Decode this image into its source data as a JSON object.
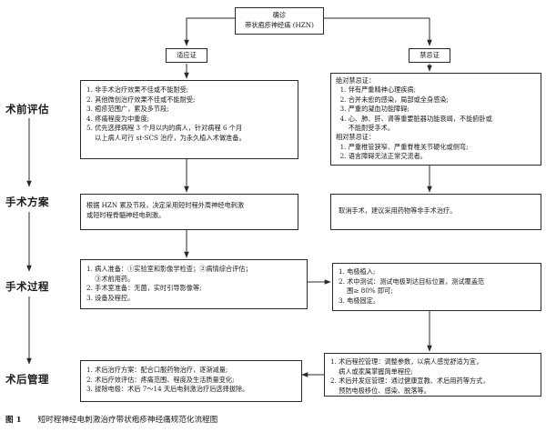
{
  "diagram": {
    "diagnosis": {
      "line1": "确诊",
      "line2": "带状疱疹神经痛 (HZN)"
    },
    "branches": {
      "indication": "适应证",
      "contraindication": "禁忌证"
    },
    "stages": [
      "术前评估",
      "手术方案",
      "手术过程",
      "术后管理"
    ],
    "left": {
      "assessment": [
        "1. 非手术治疗效果不佳或不能耐受;",
        "2. 其他微创治疗效果不佳或不能耐受;",
        "3. 疱疹范围广，累及多节段;",
        "4. 疼痛程度为中重度;",
        "5. 优先选择病程 3 个月以内的病人，针对病程 6 个月",
        "    以上病人可行 st-SCS 治疗，为永久植入术做准备。"
      ],
      "plan": [
        "根据 HZN 累及节段，决定采用短时程外周神经电刺激",
        "或短时程脊髓神经电刺激。"
      ],
      "procedure": [
        "1. 病人准备：①实验室和影像学检查；②病情综合评估；",
        "    ③术前用药。",
        "2. 手术室准备：无菌，实时引导影像等;",
        "3. 设备及程控。"
      ],
      "postop": [
        "1. 术后治疗方案：配合口服药物治疗，逐渐减量;",
        "2. 术后疗效评估：疼痛范围、程度及生活质量变化;",
        "3. 拔除电极：术后 7～14 天后电刺激治疗后选择拔除。"
      ]
    },
    "right": {
      "assessment": [
        "绝对禁忌证：",
        "  1. 伴有严重精神心理疾病;",
        "  2. 合并未愈的感染，局部或全身感染;",
        "  3. 严重的凝血功能障碍;",
        "  4. 心、肺、肝、肾等重要脏器功能衰竭，不能俯卧或",
        "      不能耐受手术。",
        "相对禁忌证：",
        "  1. 严重椎管狭窄、严重脊椎关节硬化或侧弯;",
        "  2. 语言障碍无法正常交流者。"
      ],
      "plan": [
        "取消手术，建议采用药物等非手术治疗。"
      ],
      "procedure": [
        "1. 电极植入;",
        "2. 术中测试：测试电极到达目标位置，测试覆盖范",
        "    围≥ 80% 即可;",
        "3. 电极固定。"
      ],
      "postop": [
        "1. 术后程控管理：调整参数，以病人感觉舒适为宜，",
        "    病人或家属掌握简单程控;",
        "2. 术后并发症管理：通过健康宣教、术后用药等方式，",
        "    预防电极移位、感染、脱落等。"
      ]
    },
    "caption": {
      "figure": "图 1",
      "title": "短时程神经电刺激治疗带状疱疹神经痛规范化流程图"
    }
  }
}
